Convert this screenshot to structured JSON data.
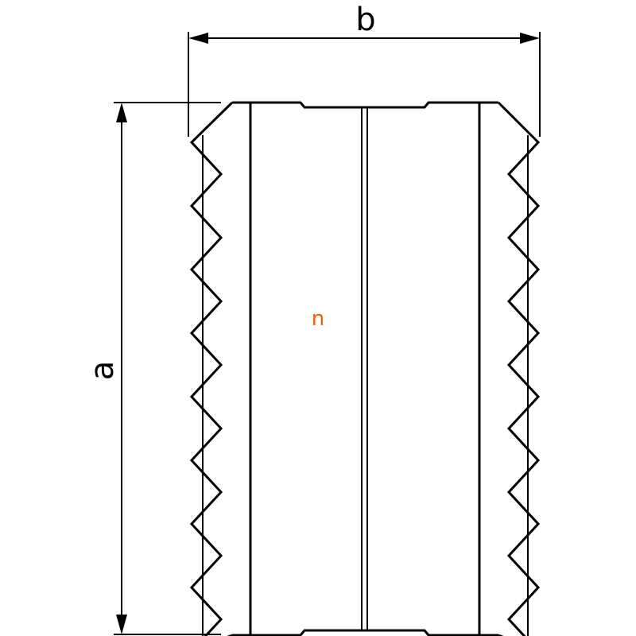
{
  "dimensions": {
    "height_label": "a",
    "width_label": "b"
  },
  "part": {
    "center_label": "n",
    "center_label_color": "#e8620f",
    "line_color": "#000000",
    "background_color": "#ffffff"
  }
}
